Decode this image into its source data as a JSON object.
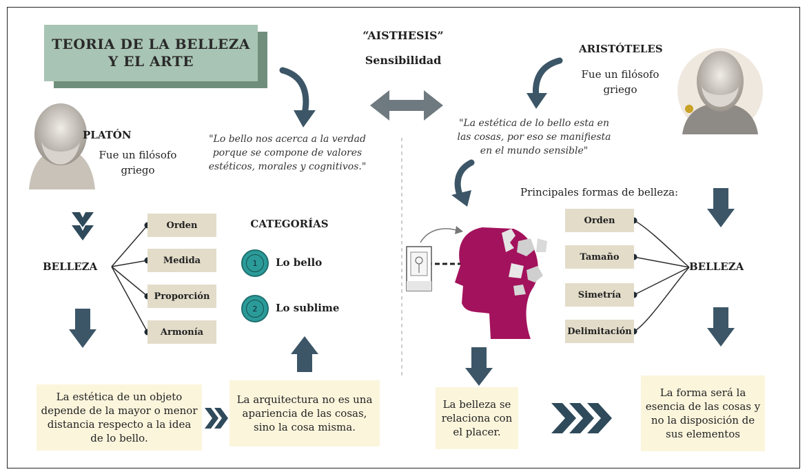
{
  "title": {
    "line1": "TEORIA DE LA BELLEZA",
    "line2": "Y EL ARTE"
  },
  "center": {
    "heading": "“AISTHESIS”",
    "sub": "Sensibilidad"
  },
  "plato": {
    "name": "PLATÓN",
    "desc_line1": "Fue un filósofo",
    "desc_line2": "griego",
    "quote_line1": "\"Lo bello nos acerca a la verdad",
    "quote_line2": "porque se compone de valores",
    "quote_line3": "estéticos, morales y cognitivos.\"",
    "belleza": "BELLEZA",
    "forms": [
      "Orden",
      "Medida",
      "Proporción",
      "Armonía"
    ],
    "categories_title": "CATEGORÍAS",
    "categories": [
      {
        "num": "1",
        "label": "Lo bello"
      },
      {
        "num": "2",
        "label": "Lo sublime"
      }
    ],
    "note1": "La estética de un objeto depende de la mayor o menor distancia respecto a la idea de lo bello.",
    "note2": "La arquitectura no es una apariencia de las cosas, sino la cosa misma."
  },
  "aristotle": {
    "name": "ARISTÓTELES",
    "desc_line1": "Fue un filósofo",
    "desc_line2": "griego",
    "quote_line1": "\"La estética de lo bello esta en",
    "quote_line2": "las cosas, por eso se manifiesta",
    "quote_line3": "en el mundo sensible\"",
    "forms_title": "Principales formas de belleza:",
    "forms": [
      "Orden",
      "Tamaño",
      "Simetría",
      "Delimitación"
    ],
    "belleza": "BELLEZA",
    "note1": "La belleza se relaciona con el placer.",
    "note2": "La forma será la esencia de las cosas y no la disposición de sus elementos"
  },
  "colors": {
    "arrow": "#3c5667",
    "title_bg": "#a8c4b4",
    "pill_bg": "#e2dcc9",
    "note_bg": "#fbf5dc",
    "accent": "#2a9b99",
    "head": "#a3125c"
  }
}
